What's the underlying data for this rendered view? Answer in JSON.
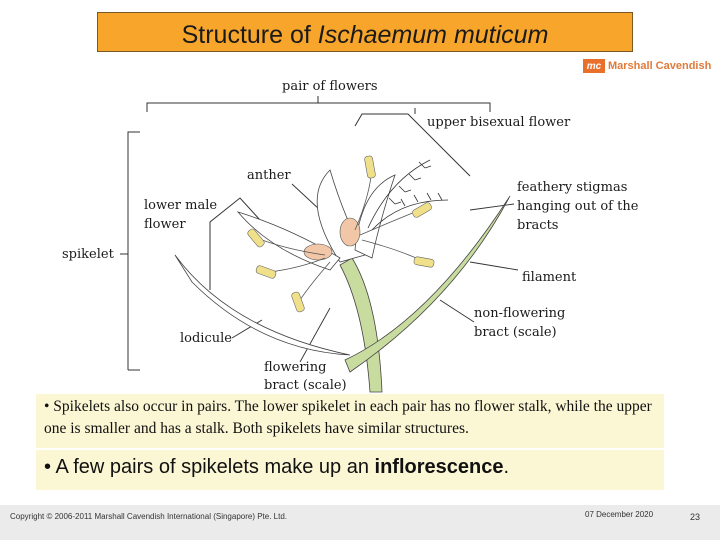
{
  "title": {
    "prefix": "Structure of",
    "species": "Ischaemum muticum"
  },
  "logo": {
    "mark": "mc",
    "text": "Marshall Cavendish"
  },
  "labels": {
    "pair_of_flowers": "pair of flowers",
    "upper_bisexual_flower": "upper bisexual flower",
    "anther": "anther",
    "lower_male_flower_1": "lower male",
    "lower_male_flower_2": "flower",
    "feathery_stigmas_1": "feathery stigmas",
    "feathery_stigmas_2": "hanging out of the",
    "feathery_stigmas_3": "bracts",
    "spikelet": "spikelet",
    "filament": "filament",
    "non_flowering_bract_1": "non-flowering",
    "non_flowering_bract_2": "bract (scale)",
    "lodicule": "lodicule",
    "flowering_bract_1": "flowering",
    "flowering_bract_2": "bract (scale)"
  },
  "notes": {
    "spikelets": "• Spikelets also occur in pairs. The lower spikelet in each pair has no flower stalk, while the upper one is smaller and has a stalk. Both spikelets have similar structures.",
    "inflorescence_prefix": "• A few pairs of spikelets make up an ",
    "inflorescence_term": "inflorescence",
    "inflorescence_suffix": "."
  },
  "footer": {
    "copyright": "Copyright © 2006-2011 Marshall Cavendish International (Singapore) Pte. Ltd.",
    "date": "07 December 2020",
    "page": "23"
  },
  "colors": {
    "title_bg": "#f7a52b",
    "note_bg": "#fbf6d4",
    "stem_green": "#c9dca0",
    "stamen_yellow": "#f0e08a",
    "lodicule_pink": "#f2c7a8",
    "footer_bg": "#ebebeb"
  }
}
